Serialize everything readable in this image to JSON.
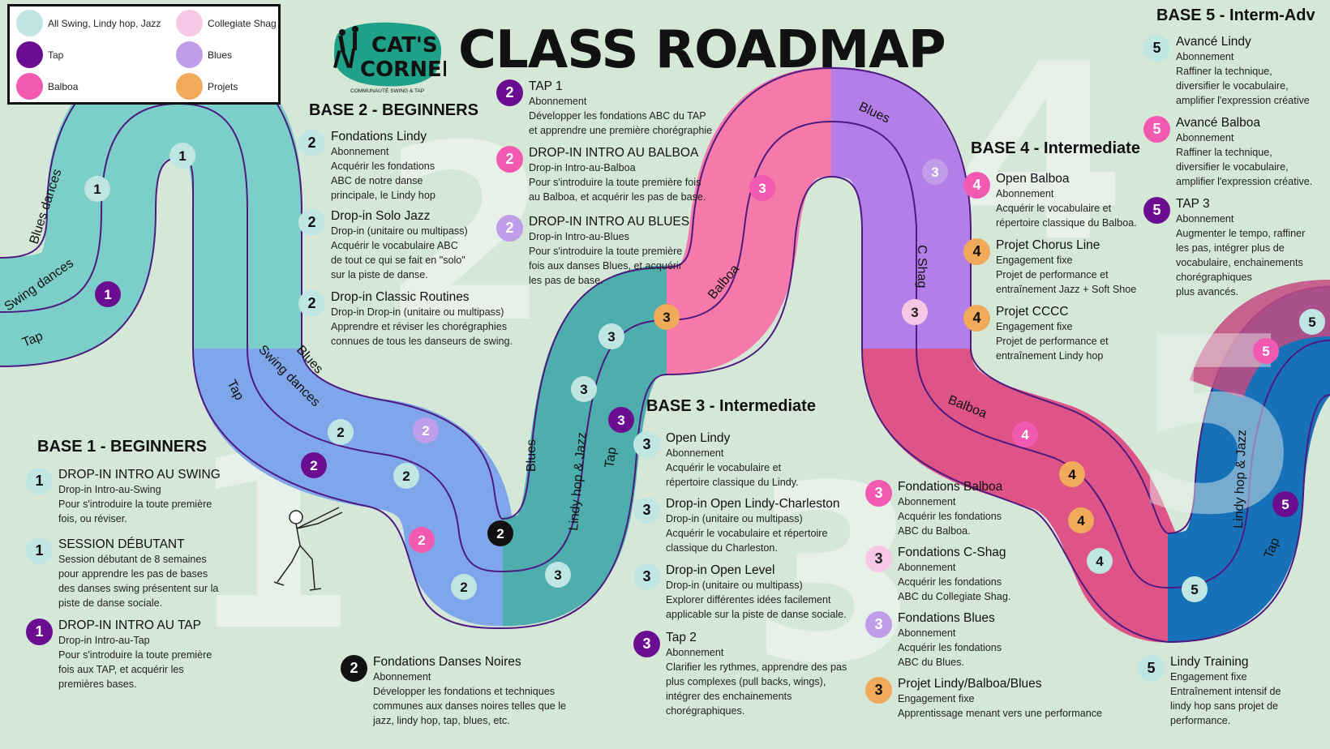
{
  "title": "CLASS ROADMAP",
  "logo": {
    "line1": "CAT'S",
    "line2": "CORNER",
    "tagline": "COMMUNAUTÉ SWING & TAP"
  },
  "legend": [
    {
      "label": "All Swing, Lindy hop, Jazz",
      "color": "#bfe6e3"
    },
    {
      "label": "Collegiate Shag",
      "color": "#f7c8e6"
    },
    {
      "label": "Tap",
      "color": "#6a0d91"
    },
    {
      "label": "Blues",
      "color": "#bf9de8"
    },
    {
      "label": "Balboa",
      "color": "#f25ab2"
    },
    {
      "label": "Projets",
      "color": "#f0aa5a"
    }
  ],
  "big_numbers": [
    "1",
    "2",
    "3",
    "4",
    "5"
  ],
  "bases": {
    "b1": "BASE 1 - BEGINNERS",
    "b2": "BASE 2 - BEGINNERS",
    "b3": "BASE 3 - Intermediate",
    "b4": "BASE 4 - Intermediate",
    "b5": "BASE 5 - Interm-Adv"
  },
  "road_labels": {
    "blues_dances": "Blues dances",
    "swing_dances": "Swing dances",
    "tap": "Tap",
    "blues": "Blues",
    "lindy_jazz": "Lindy hop & Jazz",
    "balboa": "Balboa",
    "c_shag": "C Shag"
  },
  "items": [
    {
      "n": "1",
      "name": "DROP-IN INTRO AU SWING",
      "desc": "Drop-in Intro-au-Swing\nPour s'introduire la toute première\nfois, ou réviser."
    },
    {
      "n": "1",
      "name": "SESSION DÉBUTANT",
      "desc": "Session débutant de 8 semaines\npour apprendre les pas de bases\ndes danses swing présentent sur la\npiste de danse sociale."
    },
    {
      "n": "1",
      "name": "DROP-IN INTRO AU TAP",
      "desc": "Drop-in Intro-au-Tap\nPour s'introduire la toute première\nfois aux TAP, et acquérir les\npremières bases."
    },
    {
      "n": "2",
      "name": "Fondations Lindy",
      "desc": "Abonnement\nAcquérir les fondations\nABC de notre danse\nprincipale, le Lindy hop"
    },
    {
      "n": "2",
      "name": "Drop-in Solo Jazz",
      "desc": "Drop-in (unitaire ou multipass)\nAcquérir le vocabulaire ABC\nde tout ce qui se fait en \"solo\"\nsur la piste de danse."
    },
    {
      "n": "2",
      "name": "Drop-in Classic Routines",
      "desc": "Drop-in Drop-in (unitaire ou multipass)\nApprendre et réviser les chorégraphies\nconnues de tous les danseurs de swing."
    },
    {
      "n": "2",
      "name": "TAP 1",
      "desc": "Abonnement\nDévelopper les fondations ABC du TAP\net apprendre une première chorégraphie"
    },
    {
      "n": "2",
      "name": "DROP-IN INTRO AU BALBOA",
      "desc": "Drop-in Intro-au-Balboa\nPour s'introduire la toute première fois\nau Balboa, et acquérir les pas de base."
    },
    {
      "n": "2",
      "name": "DROP-IN INTRO AU BLUES",
      "desc": "Drop-in Intro-au-Blues\nPour s'introduire la toute première\nfois aux danses Blues, et acquérir\nles pas de base."
    },
    {
      "n": "2",
      "name": "Fondations Danses Noires",
      "desc": "Abonnement\nDévelopper les fondations et techniques\ncommunes aux danses noires telles que le\njazz, lindy hop, tap, blues, etc."
    },
    {
      "n": "3",
      "name": "Open Lindy",
      "desc": "Abonnement\nAcquérir le vocabulaire et\nrépertoire classique du Lindy."
    },
    {
      "n": "3",
      "name": "Drop-in Open Lindy-Charleston",
      "desc": "Drop-in (unitaire ou multipass)\nAcquérir le vocabulaire et répertoire\nclassique du Charleston."
    },
    {
      "n": "3",
      "name": "Drop-in Open Level",
      "desc": "Drop-in (unitaire ou multipass)\nExplorer différentes idées facilement\napplicable sur la piste de danse sociale."
    },
    {
      "n": "3",
      "name": "Tap 2",
      "desc": "Abonnement\nClarifier les rythmes, apprendre des pas\nplus complexes (pull backs, wings),\nintégrer des enchainements\nchorégraphiques."
    },
    {
      "n": "3",
      "name": "Fondations Balboa",
      "desc": "Abonnement\nAcquérir les fondations\nABC du Balboa."
    },
    {
      "n": "3",
      "name": "Fondations C-Shag",
      "desc": "Abonnement\nAcquérir les fondations\nABC du Collegiate Shag."
    },
    {
      "n": "3",
      "name": "Fondations Blues",
      "desc": "Abonnement\nAcquérir les fondations\nABC du Blues."
    },
    {
      "n": "3",
      "name": "Projet Lindy/Balboa/Blues",
      "desc": "Engagement fixe\nApprentissage menant vers une performance"
    },
    {
      "n": "4",
      "name": "Open Balboa",
      "desc": "Abonnement\nAcquérir le vocabulaire et\nrépertoire classique du Balboa."
    },
    {
      "n": "4",
      "name": "Projet Chorus Line",
      "desc": "Engagement fixe\nProjet de performance et\nentraînement Jazz + Soft Shoe"
    },
    {
      "n": "4",
      "name": "Projet CCCC",
      "desc": "Engagement fixe\nProjet de performance et\nentraînement Lindy hop"
    },
    {
      "n": "5",
      "name": "Avancé Lindy",
      "desc": "Abonnement\nRaffiner la technique,\ndiversifier le vocabulaire,\namplifier l'expression créative"
    },
    {
      "n": "5",
      "name": "Avancé Balboa",
      "desc": "Abonnement\nRaffiner la technique,\ndiversifier le vocabulaire,\namplifier l'expression créative."
    },
    {
      "n": "5",
      "name": "TAP 3",
      "desc": "Abonnement\nAugmenter le tempo, raffiner\nles pas, intégrer plus de\nvocabulaire, enchainements\nchorégraphiques\nplus avancés."
    },
    {
      "n": "5",
      "name": "Lindy Training",
      "desc": "Engagement fixe\nEntraînement intensif de\nlindy hop sans projet de\nperformance."
    }
  ],
  "road_markers": [
    "1",
    "1",
    "1",
    "1",
    "2",
    "2",
    "2",
    "2",
    "2",
    "2",
    "2",
    "3",
    "3",
    "3",
    "3",
    "3",
    "3",
    "3",
    "3",
    "3",
    "3",
    "4",
    "4",
    "4",
    "4",
    "5",
    "5",
    "5",
    "5"
  ]
}
